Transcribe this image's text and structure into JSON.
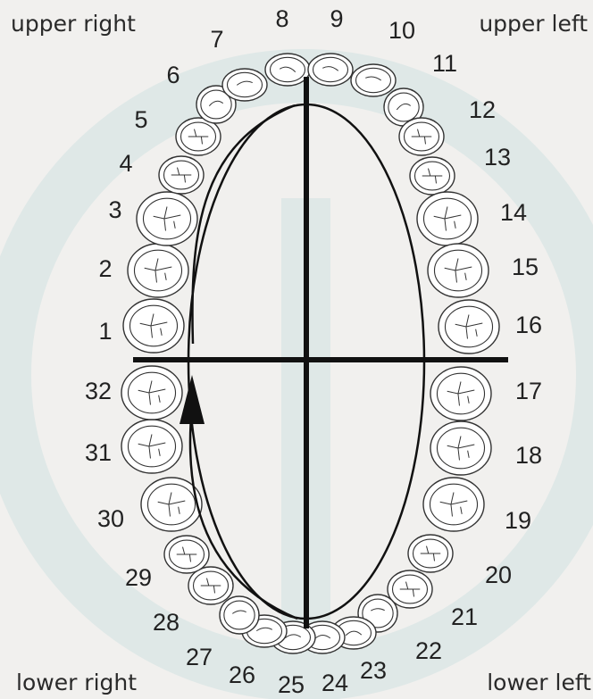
{
  "quadrant_labels": {
    "upper_right": "upper right",
    "upper_left": "upper left",
    "lower_right": "lower right",
    "lower_left": "lower left"
  },
  "teeth": [
    {
      "number": "1",
      "type": "molar"
    },
    {
      "number": "2",
      "type": "molar"
    },
    {
      "number": "3",
      "type": "molar"
    },
    {
      "number": "4",
      "type": "premolar"
    },
    {
      "number": "5",
      "type": "premolar"
    },
    {
      "number": "6",
      "type": "canine"
    },
    {
      "number": "7",
      "type": "incisor"
    },
    {
      "number": "8",
      "type": "incisor"
    },
    {
      "number": "9",
      "type": "incisor"
    },
    {
      "number": "10",
      "type": "incisor"
    },
    {
      "number": "11",
      "type": "canine"
    },
    {
      "number": "12",
      "type": "premolar"
    },
    {
      "number": "13",
      "type": "premolar"
    },
    {
      "number": "14",
      "type": "molar"
    },
    {
      "number": "15",
      "type": "molar"
    },
    {
      "number": "16",
      "type": "molar"
    },
    {
      "number": "17",
      "type": "molar"
    },
    {
      "number": "18",
      "type": "molar"
    },
    {
      "number": "19",
      "type": "molar"
    },
    {
      "number": "20",
      "type": "premolar"
    },
    {
      "number": "21",
      "type": "premolar"
    },
    {
      "number": "22",
      "type": "canine"
    },
    {
      "number": "23",
      "type": "incisor"
    },
    {
      "number": "24",
      "type": "incisor"
    },
    {
      "number": "25",
      "type": "incisor"
    },
    {
      "number": "26",
      "type": "incisor"
    },
    {
      "number": "27",
      "type": "canine"
    },
    {
      "number": "28",
      "type": "premolar"
    },
    {
      "number": "29",
      "type": "premolar"
    },
    {
      "number": "30",
      "type": "molar"
    },
    {
      "number": "31",
      "type": "molar"
    },
    {
      "number": "32",
      "type": "molar"
    }
  ],
  "colors": {
    "background": "#f1f0ee",
    "watermark": "#dfe8e7",
    "ink": "#111111",
    "tooth_fill": "#ffffff",
    "tooth_outline": "#333333"
  }
}
